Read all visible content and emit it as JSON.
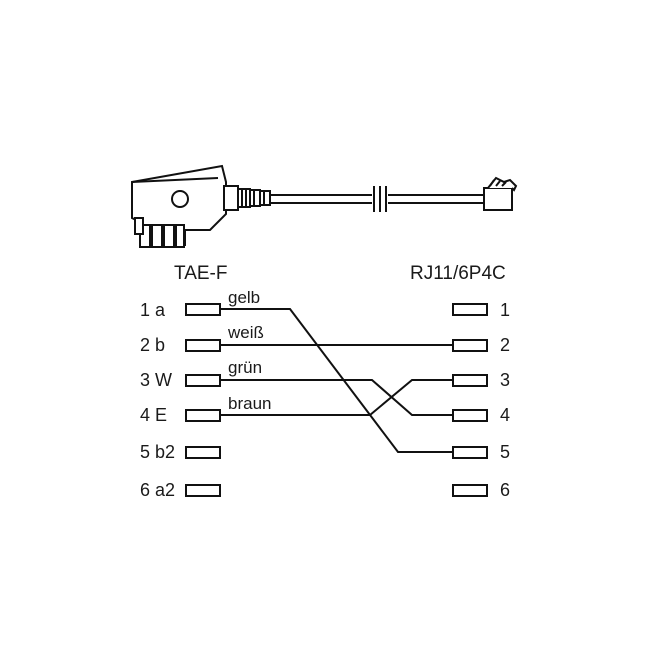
{
  "connectors": {
    "left_title": "TAE-F",
    "right_title": "RJ11/6P4C"
  },
  "left_pins": [
    {
      "label": "1 a"
    },
    {
      "label": "2 b"
    },
    {
      "label": "3 W"
    },
    {
      "label": "4 E"
    },
    {
      "label": "5 b2"
    },
    {
      "label": "6 a2"
    }
  ],
  "right_pins": [
    {
      "label": "1"
    },
    {
      "label": "2"
    },
    {
      "label": "3"
    },
    {
      "label": "4"
    },
    {
      "label": "5"
    },
    {
      "label": "6"
    }
  ],
  "wires": [
    {
      "label": "gelb",
      "from": 1,
      "to": 5
    },
    {
      "label": "weiß",
      "from": 2,
      "to": 2
    },
    {
      "label": "grün",
      "from": 3,
      "to": 4
    },
    {
      "label": "braun",
      "from": 4,
      "to": 3
    }
  ]
}
